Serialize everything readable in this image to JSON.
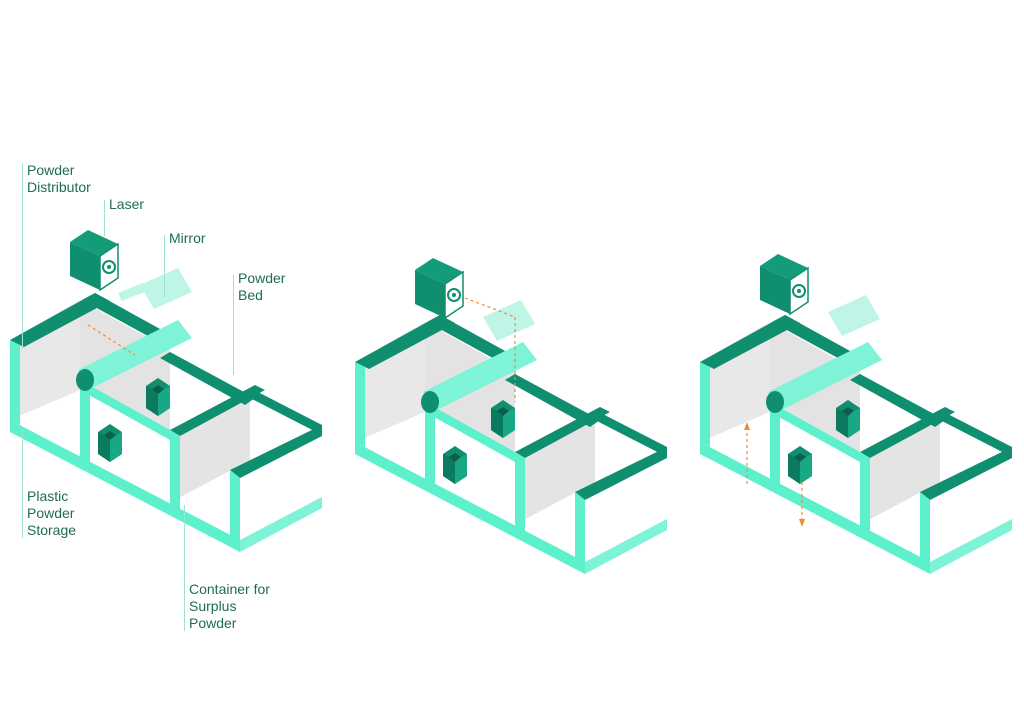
{
  "labels": {
    "powder_distributor": [
      "Powder",
      "Distributor"
    ],
    "laser": [
      "Laser"
    ],
    "mirror": [
      "Mirror"
    ],
    "powder_bed": [
      "Powder",
      "Bed"
    ],
    "plastic_powder_storage": [
      "Plastic",
      "Powder",
      "Storage"
    ],
    "container_surplus": [
      "Container for",
      "Surplus",
      "Powder"
    ]
  },
  "colors": {
    "dark_green": "#0f8f6f",
    "aqua": "#5cf0cc",
    "pale_aqua": "#bff5e6",
    "grey_fill": "#d9d9d9",
    "label_text": "#1f6b5a",
    "laser_beam": "#f08a3a"
  },
  "stages": [
    {
      "stage": 1,
      "beam": "laser-to-mirror-to-bed"
    },
    {
      "stage": 2,
      "beam": "laser-to-mirror-to-part"
    },
    {
      "stage": 3,
      "beam": "platforms-moving"
    }
  ]
}
